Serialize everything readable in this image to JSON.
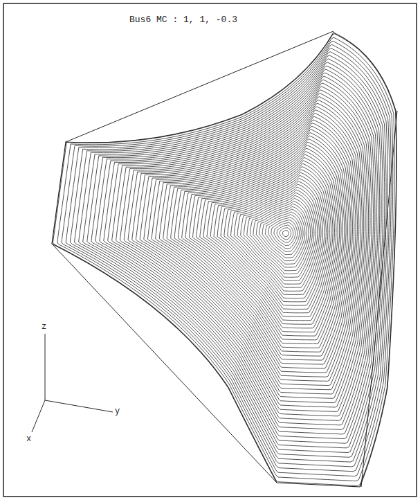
{
  "diagram": {
    "title": "Bus6 MC : 1, 1, -0.3",
    "labels": [
      "z",
      "y",
      "x"
    ]
  }
}
